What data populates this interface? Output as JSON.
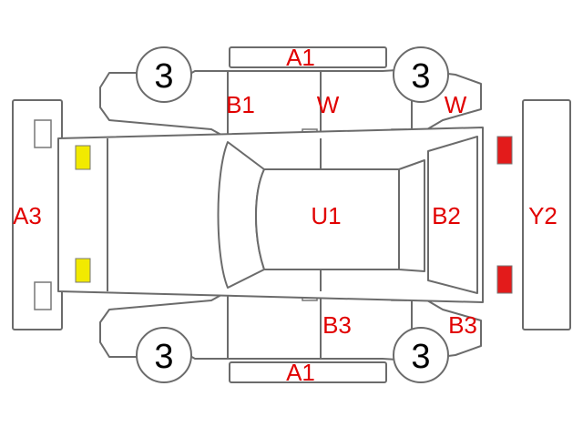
{
  "diagram": {
    "labels": {
      "front_top": "A1",
      "front_bottom": "A1",
      "left_side": "A3",
      "b1": "B1",
      "w_left": "W",
      "w_right": "W",
      "u1": "U1",
      "b2": "B2",
      "y2": "Y2",
      "b3_left": "B3",
      "b3_right": "B3"
    },
    "wheels": {
      "top_left": "3",
      "top_right": "3",
      "bottom_left": "3",
      "bottom_right": "3"
    },
    "colors": {
      "label_red": "#e10000",
      "yellow_lamp": "#f2ea00",
      "red_lamp": "#e31b1b",
      "line_gray": "#6b6b6b"
    }
  }
}
